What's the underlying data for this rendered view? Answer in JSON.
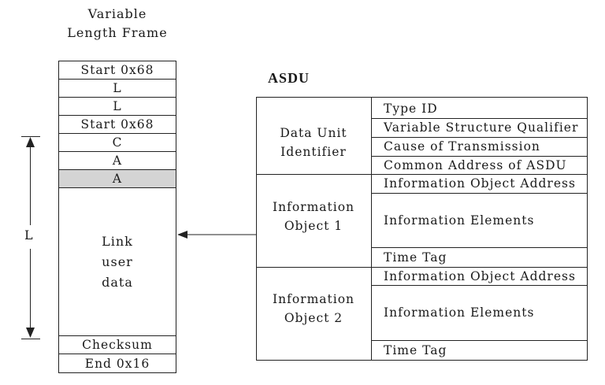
{
  "frame": {
    "title_line1": "Variable",
    "title_line2": "Length Frame",
    "rows": [
      {
        "label": "Start 0x68"
      },
      {
        "label": "L"
      },
      {
        "label": "L"
      },
      {
        "label": "Start 0x68"
      },
      {
        "label": "C"
      },
      {
        "label": "A"
      },
      {
        "label": "A",
        "shaded": true
      }
    ],
    "user_data": [
      "Link",
      "user",
      "data"
    ],
    "checksum": "Checksum",
    "end": "End 0x16",
    "length_label": "L"
  },
  "asdu": {
    "title": "ASDU",
    "groups": [
      {
        "line1": "Data Unit",
        "line2": "Identifier",
        "fields": [
          "Type ID",
          "Variable Structure Qualifier",
          "Cause of Transmission",
          "Common Address of ASDU"
        ]
      },
      {
        "line1": "Information",
        "line2": "Object 1",
        "fields": [
          "Information Object Address",
          "Information Elements",
          "Time Tag"
        ]
      },
      {
        "line1": "Information",
        "line2": "Object 2",
        "fields": [
          "Information Object Address",
          "Information Elements",
          "Time Tag"
        ]
      }
    ]
  },
  "colors": {
    "line": "#222222",
    "shaded": "#d4d4d4"
  }
}
